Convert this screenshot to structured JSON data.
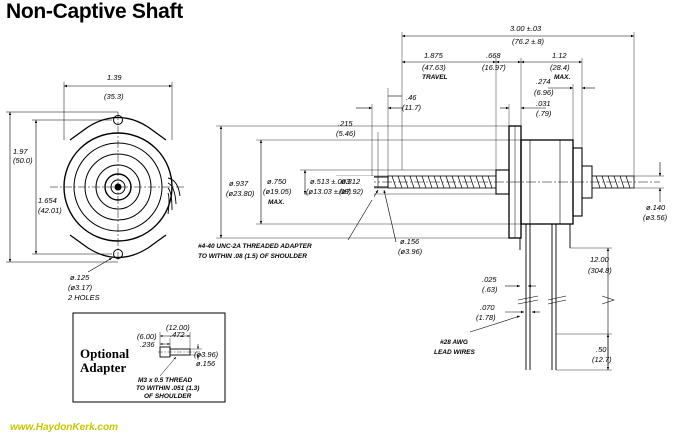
{
  "title": "Non-Captive Shaft",
  "footer": {
    "url": "www.HaydonKerk.com",
    "url_color": "#c8c800"
  },
  "front_view": {
    "width_in": "1.39",
    "width_mm": "(35.3)",
    "height_in": "1.97",
    "height_mm": "(50.0)",
    "mount_spacing_in": "1.654",
    "mount_spacing_mm": "(42.01)",
    "hole_in": "ø.125",
    "hole_mm": "(ø3.17)",
    "hole_count": "2 HOLES"
  },
  "side_view": {
    "overall_in": "3.00 ±.03",
    "overall_mm": "(76.2 ±.8)",
    "travel_in": "1.875",
    "travel_mm": "(47.63)",
    "travel_label": "TRAVEL",
    "d668_in": ".668",
    "d668_mm": "(16.97)",
    "d112_in": "1.12",
    "d112_mm": "(28.4)",
    "max_label": "MAX.",
    "d274_in": ".274",
    "d274_mm": "(6.96)",
    "d031_in": ".031",
    "d031_mm": "(.79)",
    "d46_in": ".46",
    "d46_mm": "(11.7)",
    "d215_in": ".215",
    "d215_mm": "(5.46)",
    "dia937_in": "ø.937",
    "dia937_mm": "(ø23.80)",
    "dia750_in": "ø.750",
    "dia750_mm": "(ø19.05)",
    "dia750_max": "MAX.",
    "dia513_in": "ø.513 ±.003",
    "dia513_mm": "(ø13.03 ±.08)",
    "dia312_in": "ø.312",
    "dia312_mm": "(ø7.92)",
    "dia140_in": "ø.140",
    "dia140_mm": "(ø3.56)",
    "thread_note_1": "#4-40  UNC-2A  THREADED ADAPTER",
    "thread_note_2": "TO WITHIN .08 (1.5) OF SHOULDER",
    "dia156_in": "ø.156",
    "dia156_mm": "(ø3.96)",
    "lead_len_in": "12.00",
    "lead_len_mm": "(304.8)",
    "d025_in": ".025",
    "d025_mm": "(.63)",
    "d070_in": ".070",
    "d070_mm": "(1.78)",
    "lead_1": "#28 AWG",
    "lead_2": "LEAD WIRES",
    "d50_in": ".50",
    "d50_mm": "(12.7)"
  },
  "adapter": {
    "label_1": "Optional",
    "label_2": "Adapter",
    "d236_mm": "(6.00)",
    "d236_in": ".236",
    "d472_mm": "(12.00)",
    "d472_in": ".472",
    "dia_mm": "(ø3.96)",
    "dia_in": "ø.156",
    "thread_1": "M3 x 0.5  THREAD",
    "thread_2": "TO WITHIN .051 (1.3)",
    "thread_3": "OF SHOULDER"
  }
}
